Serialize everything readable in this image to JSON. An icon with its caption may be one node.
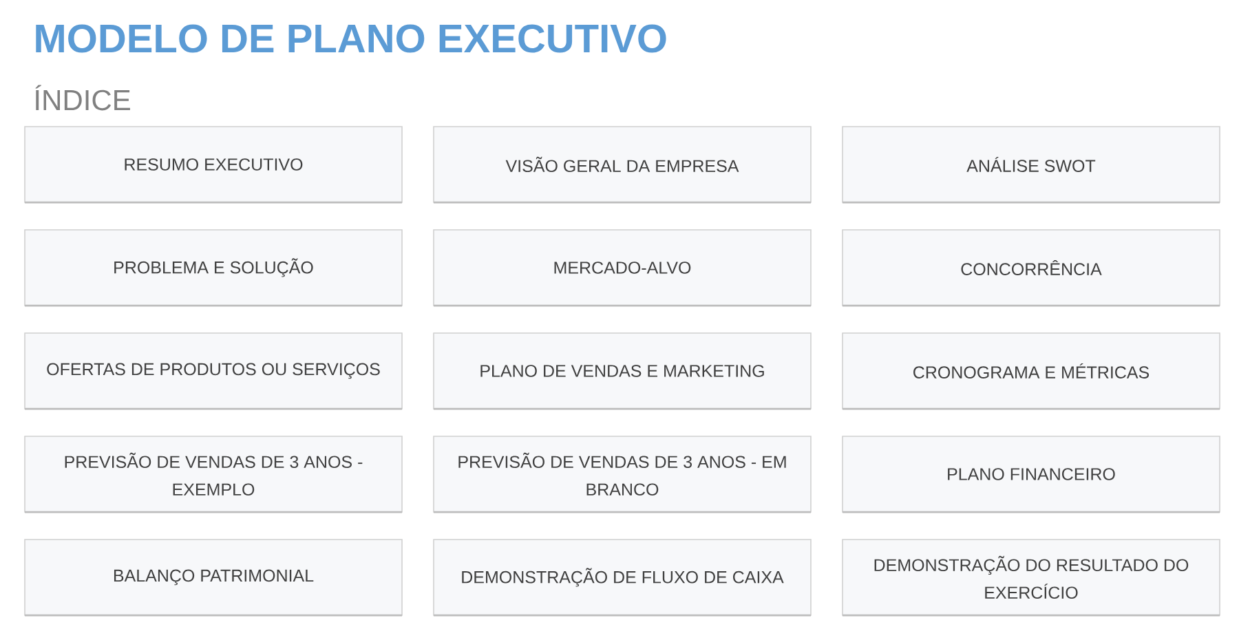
{
  "diagram": {
    "title": "MODELO DE PLANO EXECUTIVO",
    "nodes": [
      {
        "text": [
          "RESUMO EXECUTIVO"
        ]
      },
      {
        "text": [
          "VISÃO GERAL DA EMPRESA"
        ]
      },
      {
        "text": [
          "ANÁLISE SWOT"
        ]
      },
      {
        "text": [
          "PROBLEMA E SOLUÇÃO"
        ]
      },
      {
        "text": [
          "MERCADO-ALVO"
        ]
      },
      {
        "text": [
          "CONCORRÊNCIA"
        ]
      },
      {
        "text": [
          "OFERTAS DE PRODUTOS OU SERVIÇOS"
        ]
      },
      {
        "text": [
          "PLANO DE VENDAS E MARKETING"
        ]
      },
      {
        "text": [
          "CRONOGRAMA E MÉTRICAS"
        ]
      },
      {
        "text": [
          "PREVISÃO DE VENDAS DE 3 ANOS - EXEMPLO"
        ]
      },
      {
        "text": [
          "PREVISÃO DE VENDAS DE 3 ANOS - EM BRANCO"
        ]
      },
      {
        "text": [
          "PLANO FINANCEIRO"
        ]
      },
      {
        "text": [
          "BALANÇO PATRIMONIAL"
        ]
      },
      {
        "text": [
          "DEMONSTRAÇÃO DE FLUXO DE CAIXA"
        ]
      },
      {
        "text": [
          "DEMONSTRAÇÃO DO RESULTADO DO EXERCÍCIO"
        ]
      }
    ],
    "labels": [
      "ÍNDICE"
    ]
  }
}
